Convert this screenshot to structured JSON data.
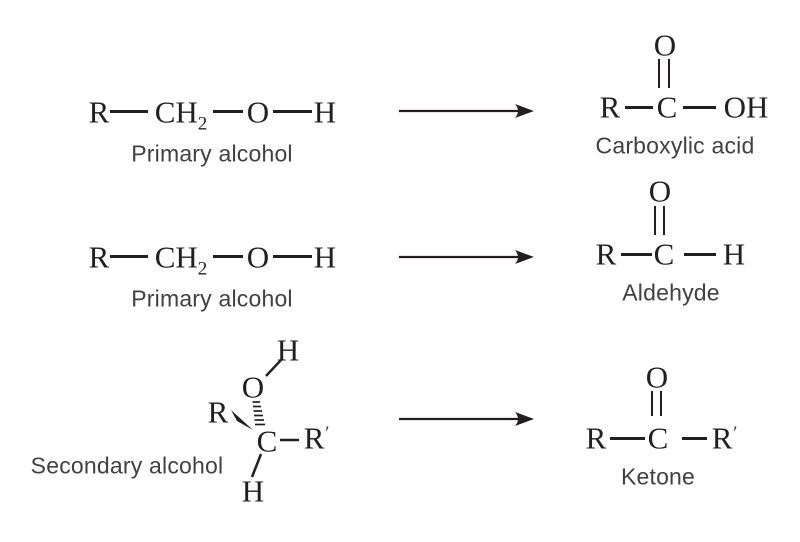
{
  "colors": {
    "background": "#ffffff",
    "ink": "#231f20",
    "label": "#414042"
  },
  "figure": {
    "rows": [
      {
        "reactant": {
          "label": "Primary alcohol",
          "formula": {
            "R": "R",
            "CH": "CH",
            "sub": "2",
            "O": "O",
            "H": "H"
          }
        },
        "product": {
          "label": "Carboxylic acid",
          "atoms": {
            "O_top": "O",
            "R": "R",
            "C": "C",
            "X": "OH"
          }
        }
      },
      {
        "reactant": {
          "label": "Primary alcohol",
          "formula": {
            "R": "R",
            "CH": "CH",
            "sub": "2",
            "O": "O",
            "H": "H"
          }
        },
        "product": {
          "label": "Aldehyde",
          "atoms": {
            "O_top": "O",
            "R": "R",
            "C": "C",
            "X": "H"
          }
        }
      },
      {
        "reactant": {
          "label": "Secondary alcohol",
          "atoms": {
            "H_top": "H",
            "O": "O",
            "R": "R",
            "C": "C",
            "R2": "R",
            "prime": "′",
            "H_bottom": "H"
          }
        },
        "product": {
          "label": "Ketone",
          "atoms": {
            "O_top": "O",
            "R": "R",
            "C": "C",
            "X": "R",
            "X_prime": "′"
          }
        }
      }
    ]
  }
}
